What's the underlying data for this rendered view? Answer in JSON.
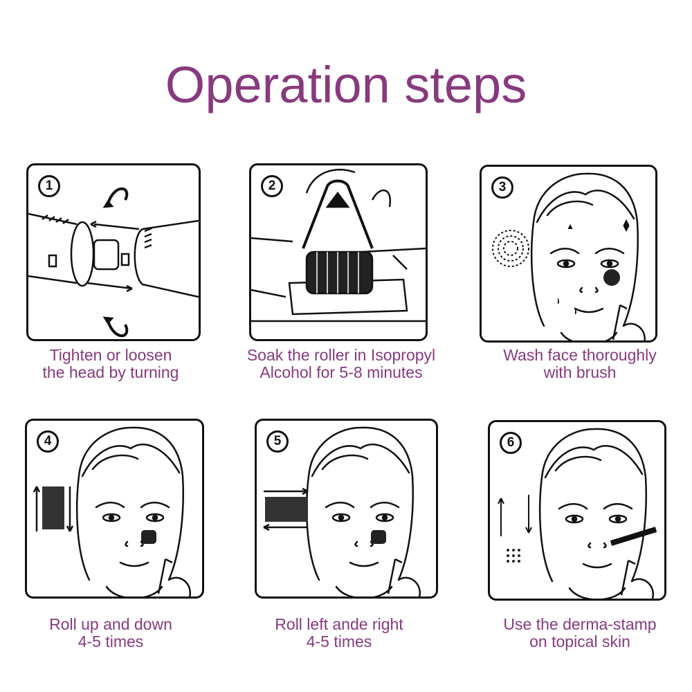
{
  "title": "Operation steps",
  "accent_color": "#873a7e",
  "steps": [
    {
      "number": "1",
      "line1": "Tighten or loosen",
      "line2": "the head by turning",
      "icon": "roller-head-twist"
    },
    {
      "number": "2",
      "line1": "Soak the roller in Isopropyl",
      "line2": "Alcohol for 5-8 minutes",
      "icon": "roller-soak"
    },
    {
      "number": "3",
      "line1": "Wash face thoroughly",
      "line2": "with brush",
      "icon": "face-brush"
    },
    {
      "number": "4",
      "line1": "Roll up and down",
      "line2": "4-5 times",
      "icon": "face-roll-vertical"
    },
    {
      "number": "5",
      "line1": "Roll left ande right",
      "line2": "4-5 times",
      "icon": "face-roll-horizontal"
    },
    {
      "number": "6",
      "line1": "Use the derma-stamp",
      "line2": "on topical skin",
      "icon": "face-stamp"
    }
  ]
}
